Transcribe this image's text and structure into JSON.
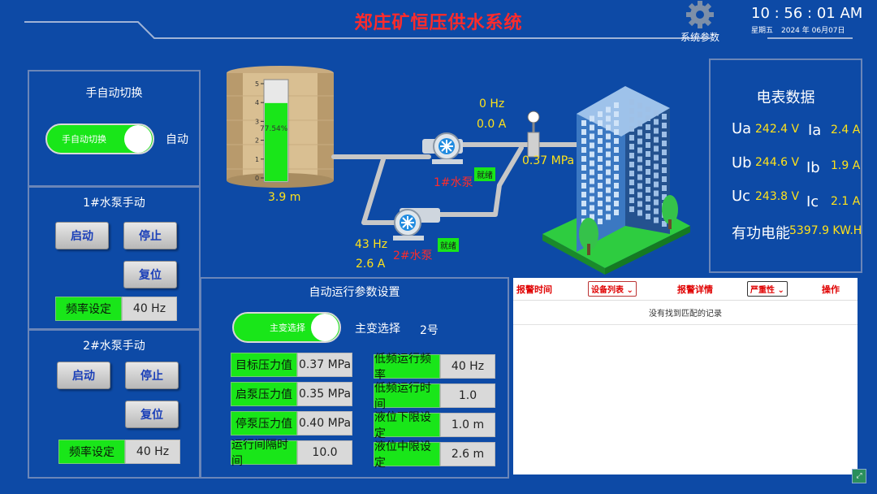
{
  "header": {
    "title": "郑庄矿恒压供水系统",
    "settings_label": "系统参数",
    "time": "10 : 56 : 01 AM",
    "weekday": "星期五",
    "date": "2024 年 06月07日"
  },
  "mode_panel": {
    "title": "手自动切换",
    "toggle_label": "手自动切换",
    "state": "自动"
  },
  "pump1_manual": {
    "title": "1#水泵手动",
    "start": "启动",
    "stop": "停止",
    "reset": "复位",
    "freq_label": "频率设定",
    "freq_value": "40 Hz"
  },
  "pump2_manual": {
    "title": "2#水泵手动",
    "start": "启动",
    "stop": "停止",
    "reset": "复位",
    "freq_label": "频率设定",
    "freq_value": "40 Hz"
  },
  "tank": {
    "scale": [
      "5",
      "4",
      "3",
      "2",
      "1",
      "0"
    ],
    "level_fraction": 0.7754,
    "percent_text": "77.54%",
    "level_value": "3.9 m"
  },
  "process": {
    "pump1_freq": "0 Hz",
    "pump1_current": "0.0 A",
    "pump1_name": "1#水泵",
    "pump1_status": "就绪",
    "pump2_freq": "43 Hz",
    "pump2_current": "2.6 A",
    "pump2_name": "2#水泵",
    "pump2_status": "就绪",
    "pressure": "0.37 MPa"
  },
  "meter": {
    "title": "电表数据",
    "ua_label": "Ua",
    "ua_value": "242.4 V",
    "ub_label": "Ub",
    "ub_value": "244.6 V",
    "uc_label": "Uc",
    "uc_value": "243.8 V",
    "ia_label": "Ia",
    "ia_value": "2.4 A",
    "ib_label": "Ib",
    "ib_value": "1.9 A",
    "ic_label": "Ic",
    "ic_value": "2.1 A",
    "energy_label": "有功电能",
    "energy_value": "5397.9 KW.H"
  },
  "auto_params": {
    "title": "自动运行参数设置",
    "toggle_label": "主变选择",
    "select_label": "主变选择",
    "select_value": "2号",
    "target_pressure_label": "目标压力值",
    "target_pressure_value": "0.37 MPa",
    "start_pressure_label": "启泵压力值",
    "start_pressure_value": "0.35 MPa",
    "stop_pressure_label": "停泵压力值",
    "stop_pressure_value": "0.40 MPa",
    "interval_label": "运行间隔时间",
    "interval_value": "10.0",
    "low_freq_label": "低频运行频率",
    "low_freq_value": "40 Hz",
    "low_time_label": "低频运行时间",
    "low_time_value": "1.0",
    "level_low_label": "液位下限设定",
    "level_low_value": "1.0 m",
    "level_mid_label": "液位中限设定",
    "level_mid_value": "2.6 m"
  },
  "alarm": {
    "col_time": "报警时间",
    "col_device": "设备列表",
    "col_detail": "报警详情",
    "col_severity": "严重性",
    "col_action": "操作",
    "empty_text": "没有找到匹配的记录"
  },
  "colors": {
    "background": "#0d4aa6",
    "title_red": "#ff2b2b",
    "indicator_green": "#19e619",
    "value_yellow": "#ffe21a"
  }
}
